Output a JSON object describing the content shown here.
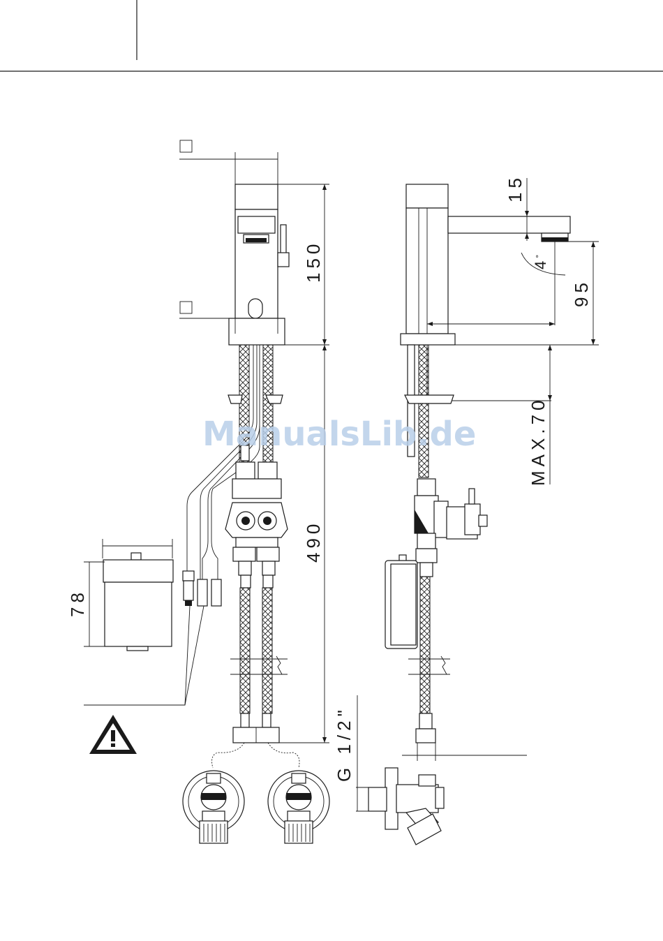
{
  "dimensions": {
    "height_spout": "150",
    "height_hose": "490",
    "spout_offset": "15",
    "spout_height": "95",
    "max_deck": "MAX.70",
    "thread": "G 1/2\"",
    "box_height": "78",
    "angle": "4"
  },
  "angle_unit": "°",
  "watermark": "ManualsLib.de",
  "icons": {
    "warning": "warning-triangle-icon"
  },
  "colors": {
    "line": "#1a1a1a",
    "watermark": "#b9cfe9"
  }
}
